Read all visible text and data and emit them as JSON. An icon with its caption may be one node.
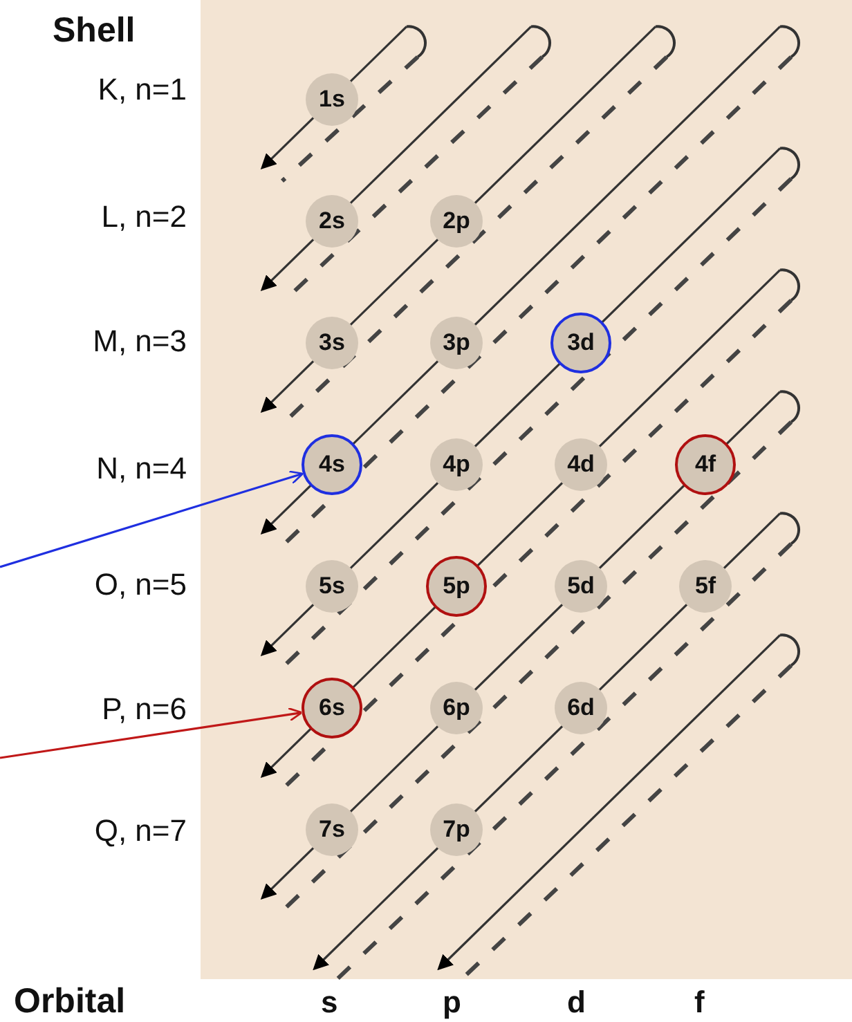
{
  "diagram": {
    "nodes": [
      {
        "text": [
          "1s"
        ]
      },
      {
        "text": [
          "2s"
        ]
      },
      {
        "text": [
          "2p"
        ]
      },
      {
        "text": [
          "3s"
        ]
      },
      {
        "text": [
          "3p"
        ]
      },
      {
        "text": [
          "3d"
        ]
      },
      {
        "text": [
          "4s"
        ]
      },
      {
        "text": [
          "4p"
        ]
      },
      {
        "text": [
          "4d"
        ]
      },
      {
        "text": [
          "4f"
        ]
      },
      {
        "text": [
          "5s"
        ]
      },
      {
        "text": [
          "5p"
        ]
      },
      {
        "text": [
          "5d"
        ]
      },
      {
        "text": [
          "5f"
        ]
      },
      {
        "text": [
          "6s"
        ]
      },
      {
        "text": [
          "6p"
        ]
      },
      {
        "text": [
          "6d"
        ]
      },
      {
        "text": [
          "7s"
        ]
      },
      {
        "text": [
          "7p"
        ]
      }
    ],
    "edges": [
      {
        "from": null,
        "to": 6,
        "arrow": "to",
        "color": "#1f2fe0"
      },
      {
        "from": null,
        "to": 14,
        "arrow": "to",
        "color": "#c01818"
      }
    ],
    "labels": [
      "Shell",
      "K, n=1",
      "L, n=2",
      "M, n=3",
      "N, n=4",
      "O, n=5",
      "P, n=6",
      "Q, n=7",
      "Orbital",
      "s",
      "p",
      "d",
      "f"
    ]
  }
}
